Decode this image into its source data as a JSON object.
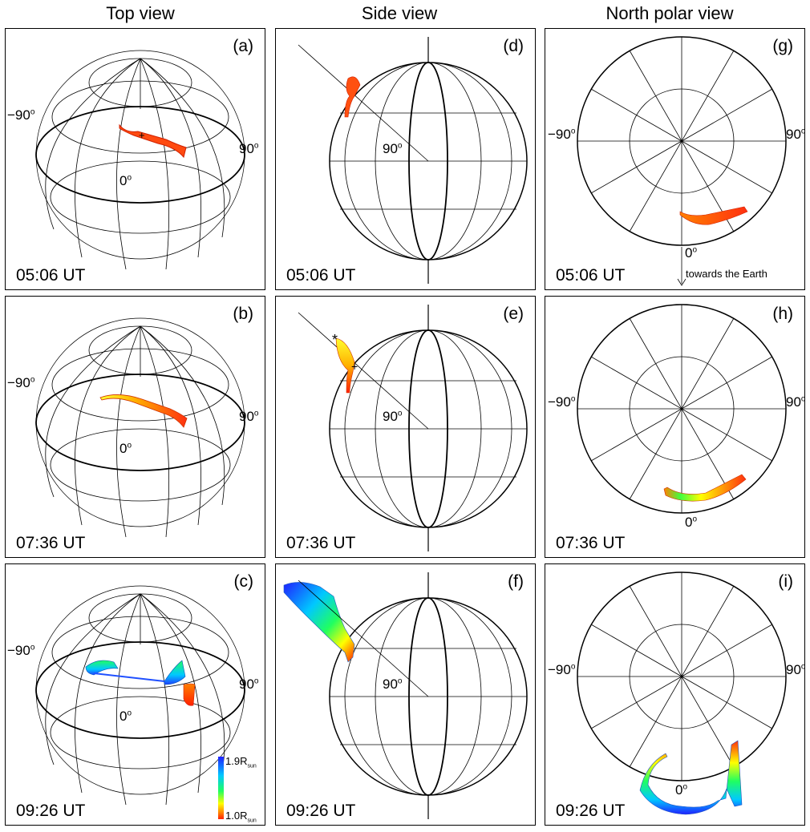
{
  "columns": [
    "Top view",
    "Side view",
    "North polar view"
  ],
  "panels": [
    {
      "letter": "(a)",
      "time": "05:06 UT"
    },
    {
      "letter": "(b)",
      "time": "07:36 UT"
    },
    {
      "letter": "(c)",
      "time": "09:26 UT"
    },
    {
      "letter": "(d)",
      "time": "05:06 UT"
    },
    {
      "letter": "(e)",
      "time": "07:36 UT"
    },
    {
      "letter": "(f)",
      "time": "09:26 UT"
    },
    {
      "letter": "(g)",
      "time": "05:06 UT"
    },
    {
      "letter": "(h)",
      "time": "07:36 UT"
    },
    {
      "letter": "(i)",
      "time": "09:26 UT"
    }
  ],
  "labels": {
    "minus90": "−90",
    "plus90": "90",
    "zero": "0",
    "deg": "o",
    "towards": "towards the Earth"
  },
  "colorbar": {
    "top": "1.9R",
    "bottom": "1.0R",
    "sub": "sun",
    "colors": [
      "#2020ff",
      "#00c8ff",
      "#20ff60",
      "#ffff00",
      "#ff8000",
      "#ff2000"
    ]
  }
}
